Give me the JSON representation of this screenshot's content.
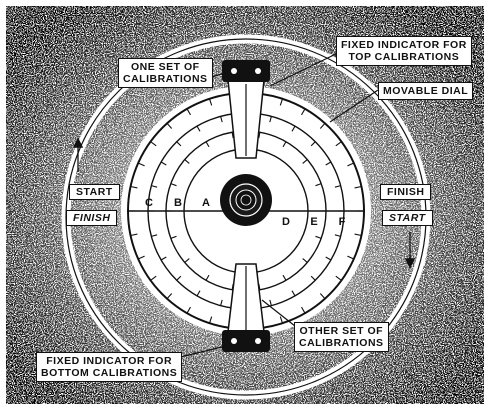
{
  "labels": {
    "one_set": [
      "ONE SET OF",
      "CALIBRATIONS"
    ],
    "fixed_top": [
      "FIXED INDICATOR FOR",
      "TOP CALIBRATIONS"
    ],
    "movable_dial": "MOVABLE DIAL",
    "start_left": "START",
    "finish_left": "FINISH",
    "finish_right": "FINISH",
    "start_right": "START",
    "other_set": [
      "OTHER SET OF",
      "CALIBRATIONS"
    ],
    "fixed_bottom": [
      "FIXED INDICATOR FOR",
      "BOTTOM CALIBRATIONS"
    ]
  },
  "scale_letters": {
    "left": [
      "C",
      "B",
      "A"
    ],
    "right": [
      "D",
      "E",
      "F"
    ]
  },
  "colors": {
    "ink": "#111111",
    "paper": "#ffffff"
  }
}
